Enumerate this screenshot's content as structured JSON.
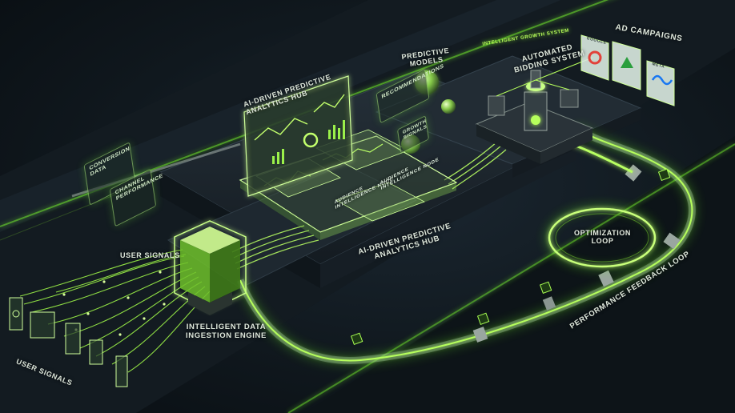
{
  "colors": {
    "accent": "#9dff3a",
    "background": "#0b1116",
    "platform": "#1c252d"
  },
  "header": {
    "title": "INTELLIGENT GROWTH SYSTEM"
  },
  "labels": {
    "user_signals_top": "USER SIGNALS",
    "user_signals_bottom": "USER SIGNALS",
    "ingestion_engine": "INTELLIGENT DATA\nINGESTION ENGINE",
    "hub_top": "AI-DRIVEN PREDICTIVE\nANALYTICS HUB",
    "hub_bottom": "AI-DRIVEN PREDICTIVE\nANALYTICS HUB",
    "predictive_models": "PREDICTIVE\nMODELS",
    "bidding_system": "AUTOMATED\nBIDDING SYSTEM",
    "ad_campaigns": "AD CAMPAIGNS",
    "optimization_loop": "OPTIMIZATION\nLOOP",
    "feedback_loop": "PERFORMANCE FEEDBACK LOOP",
    "conversion_data": "CONVERSION\nDATA",
    "channel_performance": "CHANNEL\nPERFORMANCE",
    "recommendations": "RECOMMENDATIONS",
    "growth_signals": "GROWTH\nSIGNALS",
    "audience_node": "AUDIENCE\nINTELLIGENCE NODE",
    "audience_node_2": "AUDIENCE\nINTELLIGENCE NODE",
    "ad_google": "Google",
    "ad_meta": "Meta"
  }
}
